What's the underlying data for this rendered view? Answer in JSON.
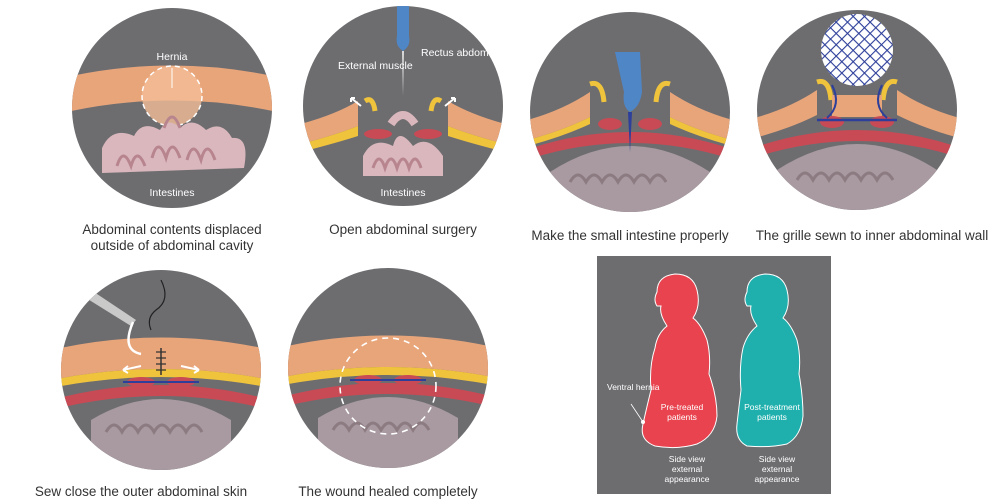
{
  "colors": {
    "background_circle": "#6d6d70",
    "tissue": "#e8a57a",
    "fat_layer": "#f0c33c",
    "muscle": "#c84a55",
    "intestine": "#d9b7bd",
    "glove": "#4f86c6",
    "mesh": "#2d3f9a",
    "pre_treated": "#e8434e",
    "post_treatment": "#1fb0ad",
    "panel_bg": "#6d6d70"
  },
  "steps": [
    {
      "caption": "Abdominal contents displaced outside of abdominal cavity",
      "labels": {
        "hernia": "Hernia",
        "intestines": "Intestines"
      }
    },
    {
      "caption": "Open abdominal surgery",
      "labels": {
        "external_muscle": "External muscle",
        "rectus_muscle": "Rectus abdominis muscle",
        "intestines": "Intestines"
      }
    },
    {
      "caption": "Make the small intestine properly"
    },
    {
      "caption": "The grille sewn to inner abdominal wall"
    },
    {
      "caption": "Sew close the outer abdominal skin"
    },
    {
      "caption": "The wound healed completely"
    }
  ],
  "comparison": {
    "ventral_hernia_label": "Ventral hernia",
    "pre_label": "Pre-treated patients",
    "post_label": "Post-treatment patients",
    "side_view_label_pre": "Side view external appearance",
    "side_view_label_post": "Side view external appearance"
  }
}
